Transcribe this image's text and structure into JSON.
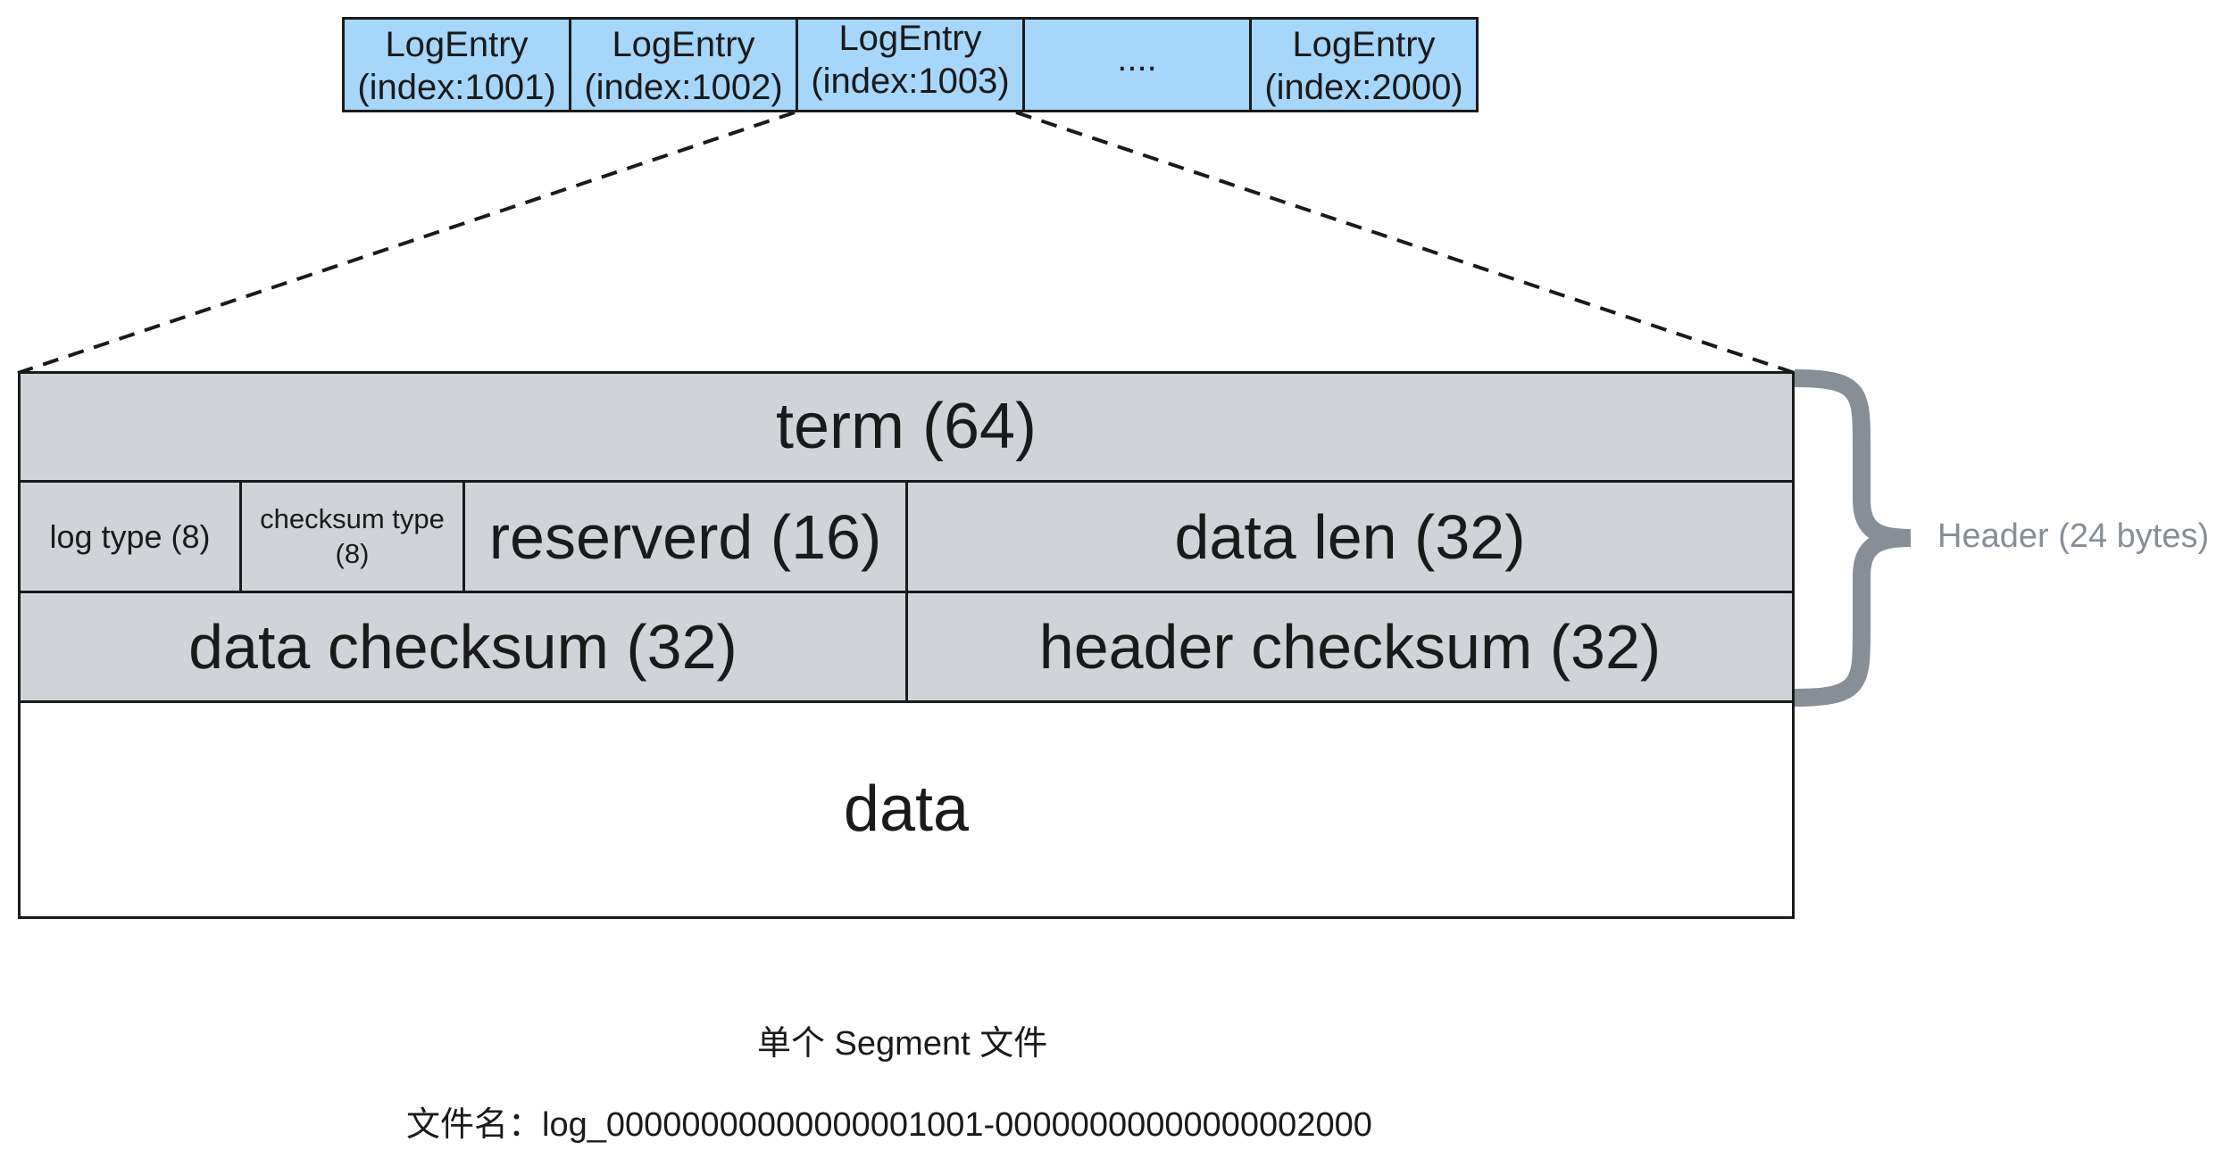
{
  "entries": [
    {
      "title": "LogEntry",
      "index": "(index:1001)"
    },
    {
      "title": "LogEntry",
      "index": "(index:1002)"
    },
    {
      "title": "LogEntry",
      "index": "(index:1003)"
    },
    {
      "title": "",
      "index": "...."
    },
    {
      "title": "LogEntry",
      "index": "(index:2000)"
    }
  ],
  "fields": {
    "term": "term (64)",
    "log_type": "log type (8)",
    "checksum_type_line1": "checksum type",
    "checksum_type_line2": "(8)",
    "reserved": "reserverd (16)",
    "data_len": "data len (32)",
    "data_checksum": "data checksum (32)",
    "header_checksum": "header checksum (32)",
    "data": "data"
  },
  "header_label": "Header (24 bytes)",
  "caption": "单个 Segment 文件",
  "filename": "文件名：log_00000000000000001001-00000000000000002000",
  "colors": {
    "entry_fill": "#a6d6fa",
    "header_fill": "#d0d4d9",
    "brace": "#878e96",
    "stroke": "#1a1a1a"
  }
}
